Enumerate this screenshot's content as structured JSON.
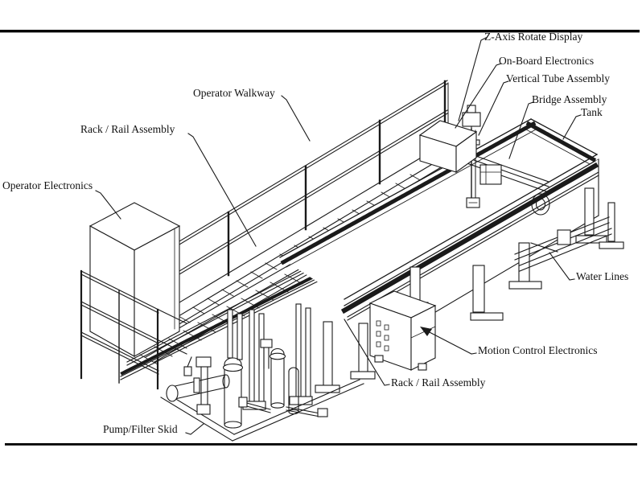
{
  "diagram": {
    "description": "Isometric engineering line drawing of an immersion tank scanning system",
    "colors": {
      "line": "#1a1a1a",
      "background": "#ffffff",
      "text": "#111111",
      "border": "#000000"
    },
    "labels": {
      "z_axis_rotate_display": "Z-Axis Rotate Display",
      "on_board_electronics": "On-Board Electronics",
      "vertical_tube_assembly": "Vertical Tube Assembly",
      "bridge_assembly": "Bridge Assembly",
      "tank": "Tank",
      "operator_walkway": "Operator Walkway",
      "rack_rail_assembly_upper": "Rack / Rail Assembly",
      "operator_electronics": "Operator Electronics",
      "water_lines": "Water Lines",
      "motion_control_electronics": "Motion Control Electronics",
      "rack_rail_assembly_lower": "Rack / Rail Assembly",
      "pump_filter_skid": "Pump/Filter Skid"
    }
  }
}
